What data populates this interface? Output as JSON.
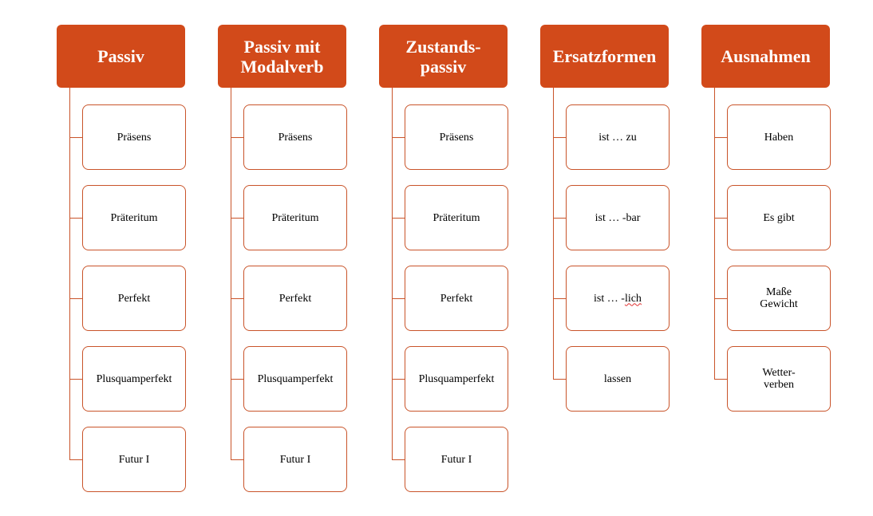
{
  "columns": [
    {
      "title_lines": [
        "Passiv"
      ],
      "items": [
        {
          "lines": [
            "Präsens"
          ]
        },
        {
          "lines": [
            "Präteritum"
          ]
        },
        {
          "lines": [
            "Perfekt"
          ]
        },
        {
          "lines": [
            "Plusquamperfekt"
          ]
        },
        {
          "lines": [
            "Futur I"
          ]
        }
      ]
    },
    {
      "title_lines": [
        "Passiv mit",
        "Modalverb"
      ],
      "items": [
        {
          "lines": [
            "Präsens"
          ]
        },
        {
          "lines": [
            "Präteritum"
          ]
        },
        {
          "lines": [
            "Perfekt"
          ]
        },
        {
          "lines": [
            "Plusquamperfekt"
          ]
        },
        {
          "lines": [
            "Futur I"
          ]
        }
      ]
    },
    {
      "title_lines": [
        "Zustands-",
        "passiv"
      ],
      "items": [
        {
          "lines": [
            "Präsens"
          ]
        },
        {
          "lines": [
            "Präteritum"
          ]
        },
        {
          "lines": [
            "Perfekt"
          ]
        },
        {
          "lines": [
            "Plusquamperfekt"
          ]
        },
        {
          "lines": [
            "Futur I"
          ]
        }
      ]
    },
    {
      "title_lines": [
        "Ersatzformen"
      ],
      "items": [
        {
          "lines": [
            "ist … zu"
          ]
        },
        {
          "lines": [
            "ist … -bar"
          ]
        },
        {
          "lines": [
            "ist … -lich"
          ],
          "spellcheck_word": "lich"
        },
        {
          "lines": [
            "lassen"
          ]
        }
      ]
    },
    {
      "title_lines": [
        "Ausnahmen"
      ],
      "items": [
        {
          "lines": [
            "Haben"
          ]
        },
        {
          "lines": [
            "Es gibt"
          ]
        },
        {
          "lines": [
            "Maße",
            "Gewicht"
          ]
        },
        {
          "lines": [
            "Wetter-",
            "verben"
          ]
        }
      ]
    }
  ],
  "colors": {
    "header_fill": "#d24a1a",
    "header_text": "#ffffff",
    "connector": "#c9542a",
    "box_border": "#c9542a",
    "spellcheck_underline": "#e03030"
  }
}
